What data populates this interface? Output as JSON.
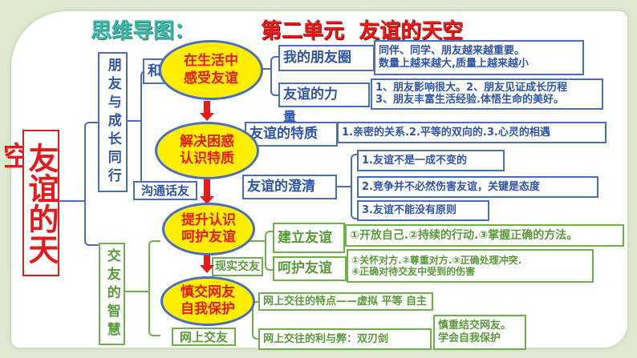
{
  "title": {
    "prefix": "思维导图：",
    "main": "第二单元  友谊的天空"
  },
  "root": {
    "outside": "空",
    "inside": "友谊的天"
  },
  "colors": {
    "blue": "#4a6fc0",
    "green": "#6eb04a",
    "red": "#e31b1b",
    "yellow": "#ffee00",
    "title_teal": "#3cb8a8"
  },
  "branch1": {
    "label": "朋友与成长同行",
    "sub1": "和",
    "sub2": "沟通话友",
    "ellipse1": [
      "在生活中",
      "感受友谊"
    ],
    "ellipse2": [
      "解决困惑",
      "认识特质"
    ],
    "circle": {
      "label": "我的朋友圈",
      "detail": [
        "同伴、同学、朋友越来越重要。",
        "数量上越来越大,质量上越来越小"
      ]
    },
    "power": {
      "label": "友谊的力",
      "label_tail": "量",
      "detail": [
        "1、朋友影响很大。2、朋友见证成长历程",
        "3、朋友丰富生活经验.体悟生命的美好。"
      ]
    },
    "traits": {
      "label": "友谊的特质",
      "detail": "1.亲密的关系.2.平等的双向的.3.心灵的相遇"
    },
    "clarify": {
      "label": "友谊的澄清",
      "items": [
        "1.友谊不是一成不变的",
        "2.竞争并不必然伤害友谊，关键是态度",
        "3.友谊不能没有原则"
      ]
    }
  },
  "branch2": {
    "label": "交友的智慧",
    "sub1": "现实交友",
    "sub2": "网上交友",
    "ellipse3": [
      "提升认识",
      "呵护友谊"
    ],
    "ellipse4": [
      "慎交网友",
      "自我保护"
    ],
    "build": {
      "label": "建立友谊",
      "detail": "①开放自己.②持续的行动.③掌握正确的方法。"
    },
    "care": {
      "label": "呵护友谊",
      "detail": [
        "①关怀对方.②尊重对方.③正确处理冲突.",
        "④正确对待交友中受到的伤害"
      ]
    },
    "online_traits": "网上交往的特点——虚拟 平等 自主",
    "online_pros_cons": "网上交往的利与弊：双刃剑",
    "online_advice": [
      "慎重结交网友。",
      "学会自我保护"
    ]
  }
}
